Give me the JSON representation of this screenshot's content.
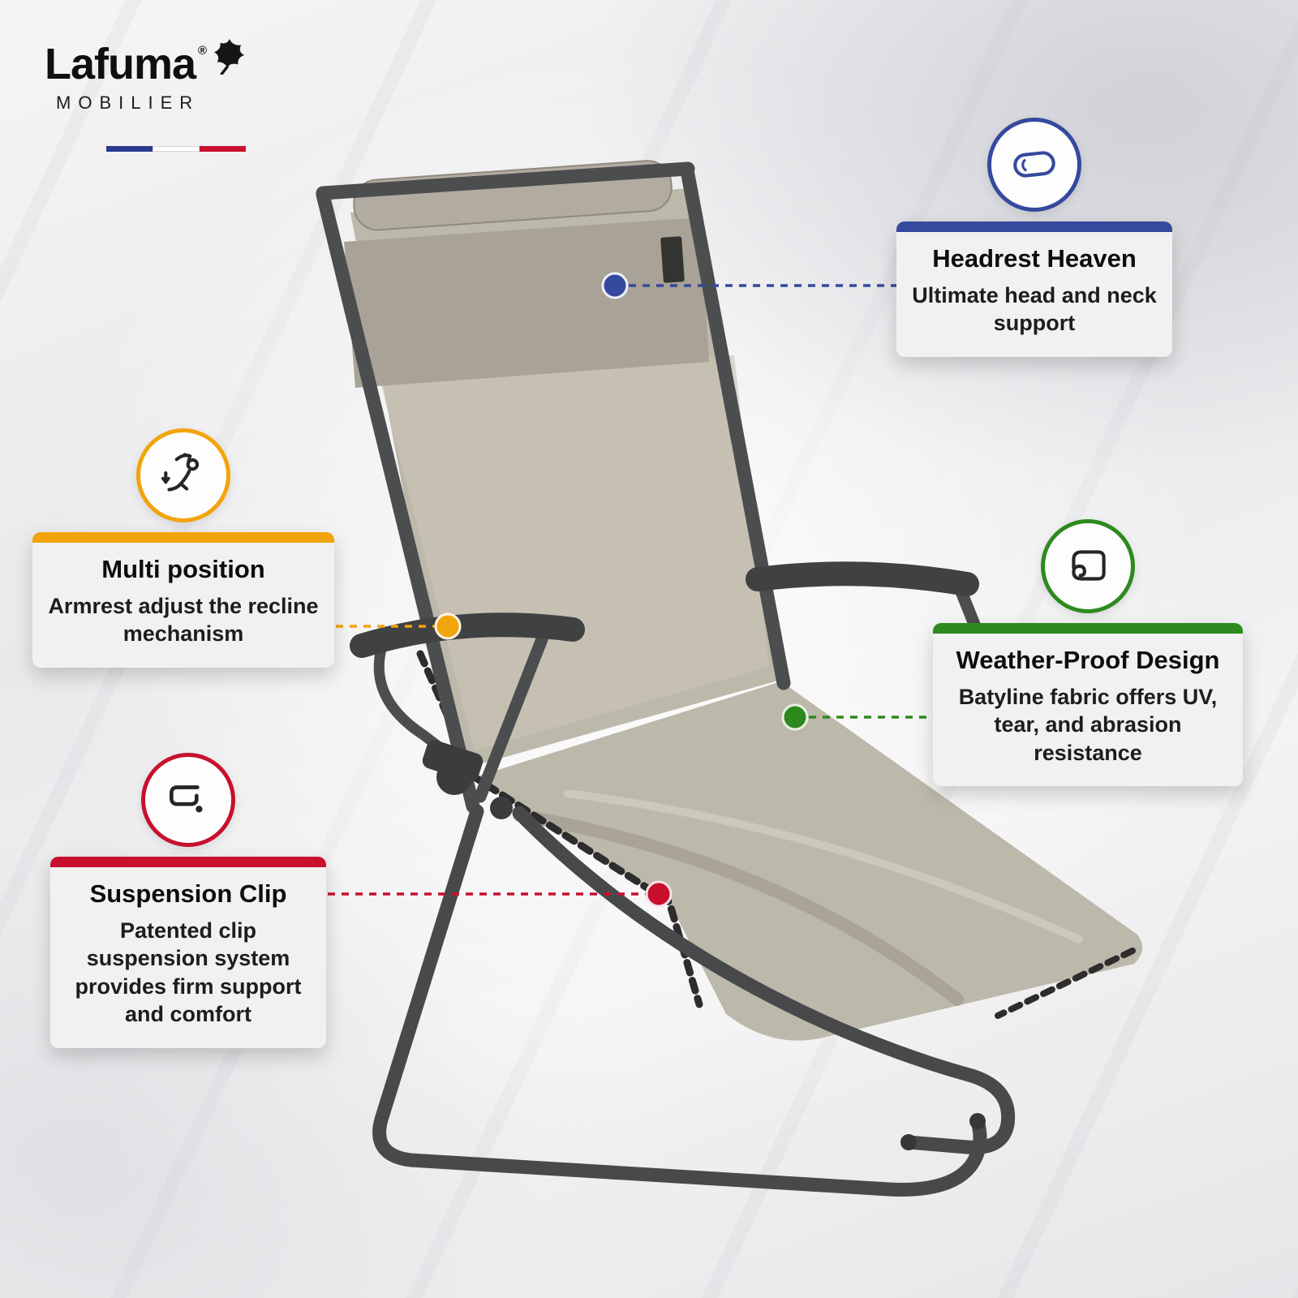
{
  "brand": {
    "name": "Lafuma",
    "registered": "®",
    "subtitle": "MOBILIER",
    "flag_colors": [
      "#2b3a8f",
      "#ffffff",
      "#c8102e"
    ],
    "leaf_icon": "leaf-icon"
  },
  "product": {
    "name": "zero-gravity recliner chair",
    "fabric_color": "#bcb8aa",
    "headrest_color": "#a8a396",
    "frame_color": "#4b4d4f"
  },
  "callouts": [
    {
      "id": "headrest-heaven",
      "title": "Headrest Heaven",
      "body": "Ultimate head and neck support",
      "accent_color": "#35499e",
      "icon": "headrest-icon"
    },
    {
      "id": "multi-position",
      "title": "Multi position",
      "body": "Armrest adjust the recline mechanism",
      "accent_color": "#f2a40b",
      "icon": "recline-position-icon"
    },
    {
      "id": "weather-proof-design",
      "title": "Weather-Proof Design",
      "body": "Batyline fabric offers UV, tear, and abrasion resistance",
      "accent_color": "#2e8a1e",
      "icon": "fabric-swatch-icon"
    },
    {
      "id": "suspension-clip",
      "title": "Suspension Clip",
      "body": "Patented clip suspension system provides firm support and comfort",
      "accent_color": "#c8102e",
      "icon": "suspension-clip-icon"
    }
  ]
}
